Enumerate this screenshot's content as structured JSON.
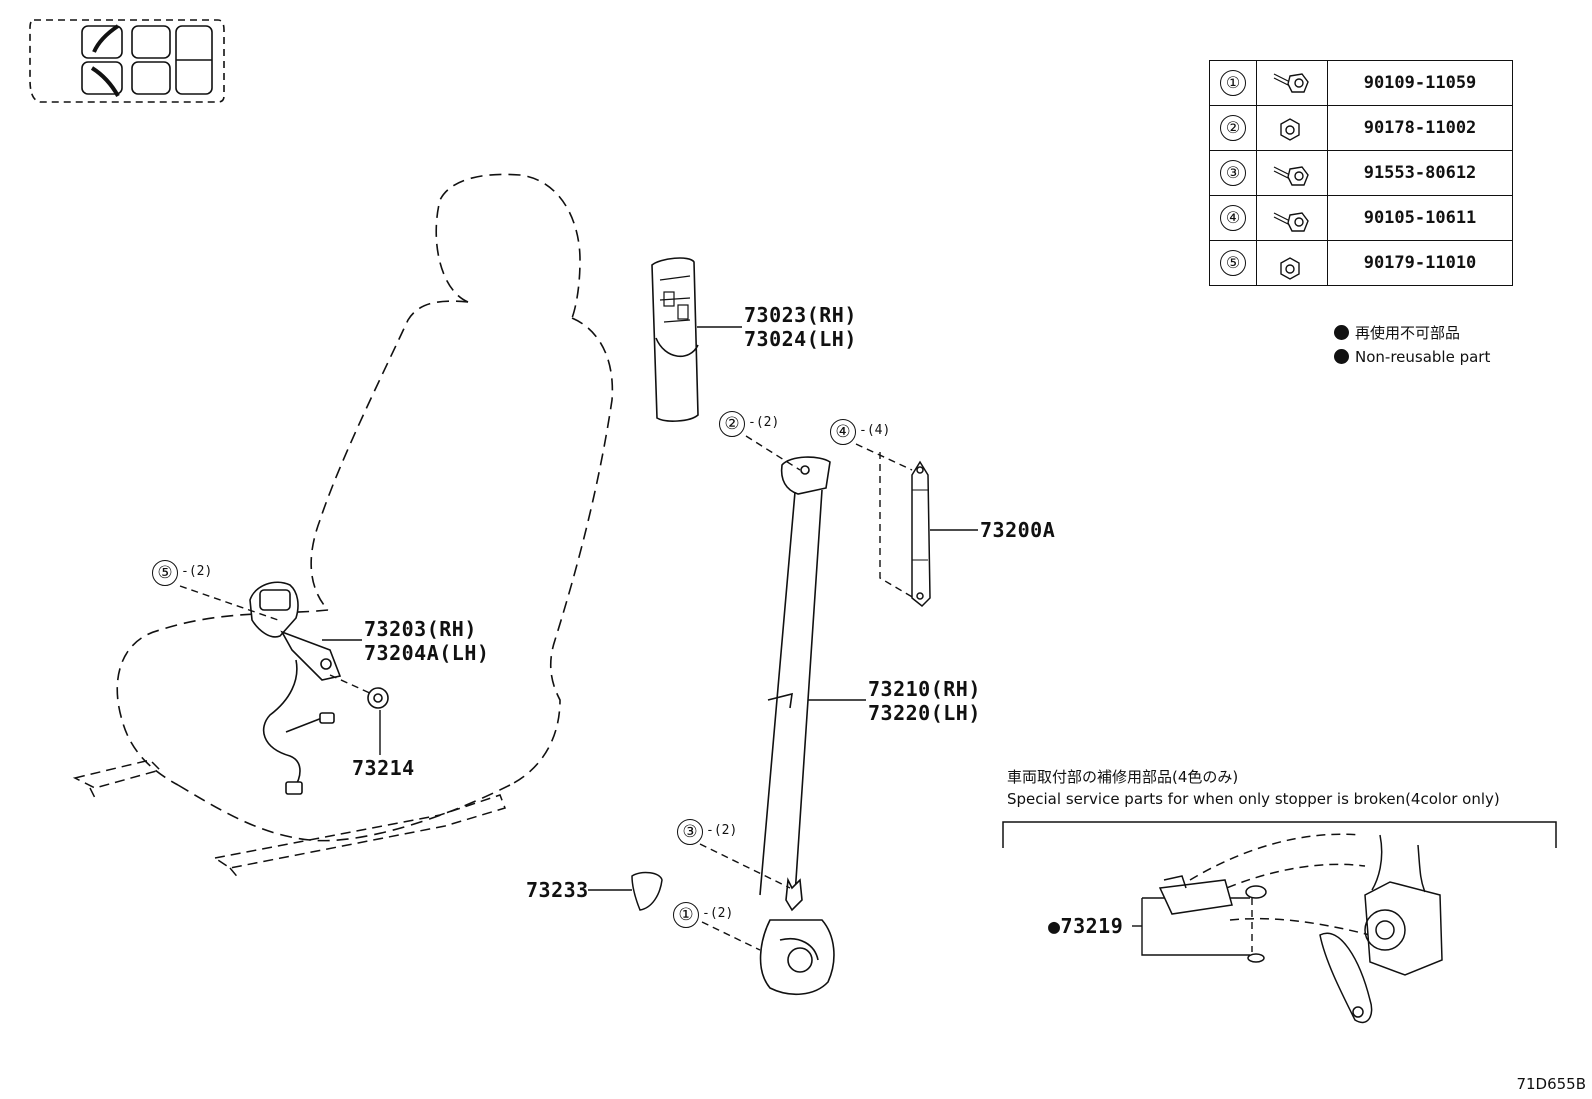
{
  "fastener_table": [
    {
      "ref": "①",
      "part_no": "90109-11059",
      "icon": "flange-bolt-icon"
    },
    {
      "ref": "②",
      "part_no": "90178-11002",
      "icon": "hex-nut-icon"
    },
    {
      "ref": "③",
      "part_no": "91553-80612",
      "icon": "flange-bolt-icon"
    },
    {
      "ref": "④",
      "part_no": "90105-10611",
      "icon": "flange-bolt-icon"
    },
    {
      "ref": "⑤",
      "part_no": "90179-11010",
      "icon": "hex-nut-icon"
    }
  ],
  "legend": {
    "non_reusable_ja": "再使用不可部品",
    "non_reusable_en": "Non-reusable part"
  },
  "callouts": {
    "p73023": "73023(RH)",
    "p73024": "73024(LH)",
    "p73200A": "73200A",
    "p73203": "73203(RH)",
    "p73204A": "73204A(LH)",
    "p73214": "73214",
    "p73210": "73210(RH)",
    "p73220": "73220(LH)",
    "p73233": "73233",
    "p73219": "●73219"
  },
  "fastener_callouts": {
    "c1": {
      "ref": "①",
      "qty": "-(2)"
    },
    "c2": {
      "ref": "②",
      "qty": "-(2)"
    },
    "c3": {
      "ref": "③",
      "qty": "-(2)"
    },
    "c4": {
      "ref": "④",
      "qty": "-(4)"
    },
    "c5": {
      "ref": "⑤",
      "qty": "-(2)"
    }
  },
  "service_parts": {
    "title_ja": "車両取付部の補修用部品(4色のみ)",
    "title_en": "Special service parts for when only stopper is broken(4color only)"
  },
  "diagram_code": "71D655B"
}
